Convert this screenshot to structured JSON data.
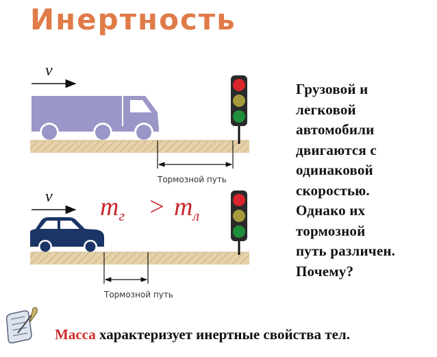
{
  "title": "Инертность",
  "question_text": "Грузовой и\nлегковой\nавтомобили\nдвигаются с\nодинаковой\nскоростью.\nОднако их\nтормозной\nпуть различен.\nПочему?",
  "diagram": {
    "velocity_symbol": "v",
    "brake_label": "Тормозной путь",
    "mass_relation": {
      "left_symbol": "m",
      "left_subscript": "г",
      "operator": ">",
      "right_symbol": "m",
      "right_subscript": "л"
    }
  },
  "footer": {
    "highlight": "Масса",
    "text": " характеризует инертные свойства тел."
  },
  "colors": {
    "title": "#e07b48",
    "mass_formula": "#c8282e",
    "truck": "#9a96c8",
    "car": "#1b3566",
    "road": "#e6d2aa",
    "light_red": "#d8262c",
    "light_yellow": "#a69a3c",
    "light_green": "#1f8f3a"
  },
  "icons": {
    "vehicle_1": "truck-icon",
    "vehicle_2": "car-icon",
    "signal": "traffic-light-icon",
    "note": "scroll-quill-icon"
  }
}
